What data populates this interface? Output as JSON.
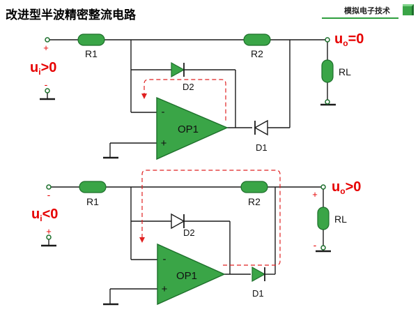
{
  "title": "改进型半波精密整流电路",
  "brand": "模拟电子技术",
  "colors": {
    "component": "#3aa547",
    "signal": "#e60000",
    "path": "#e02020",
    "wire": "#1a1a1a"
  },
  "top": {
    "r1": "R1",
    "r2": "R2",
    "rl": "RL",
    "d1": "D1",
    "d2": "D2",
    "op": "OP1",
    "in_plus": "+",
    "in_minus": "-",
    "ui": "u",
    "ui_sub": "i",
    "ui_rest": ">0",
    "uo": "u",
    "uo_sub": "o",
    "uo_rest": "=0",
    "op_minus": "-",
    "op_plus": "+"
  },
  "bottom": {
    "r1": "R1",
    "r2": "R2",
    "rl": "RL",
    "d1": "D1",
    "d2": "D2",
    "op": "OP1",
    "in_plus": "+",
    "in_minus": "-",
    "ui": "u",
    "ui_sub": "i",
    "ui_rest": "<0",
    "uo": "u",
    "uo_sub": "o",
    "uo_rest": ">0",
    "rl_plus": "+",
    "rl_minus": "-",
    "op_minus": "-",
    "op_plus": "+"
  }
}
